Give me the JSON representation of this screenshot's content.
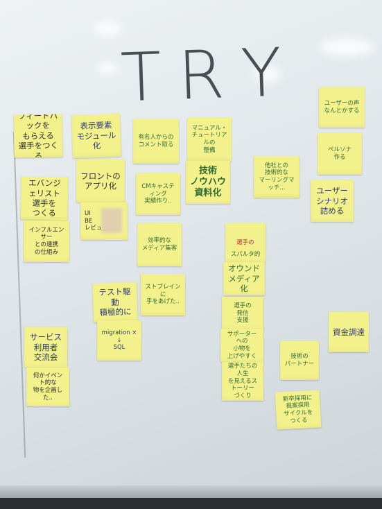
{
  "heading": {
    "letters": [
      "T",
      "R",
      "Y"
    ]
  },
  "notes": {
    "feedback": "フィードバックを\nもらえる\n選手をつくる",
    "evangelist": "エバンジェリスト\n選手を\nつくる",
    "influencer": "インフルエンサー\nとの連携\nの仕組み",
    "service_users": "サービス\n利用者\n交流会",
    "event": "何かイベント的な\n物を企画した..",
    "modularize": "表示要素\nモジュール化",
    "front_app": "フロントの\nアプリ化",
    "uibe": "UI\nBE\nレビュー",
    "test": "テスト駆動\n積極的に",
    "migration": "migration ×\n↓\nSQL",
    "celeb": "有名人からの\nコメント取る",
    "cm": "CMキャスティング\n実績作り..",
    "efficient_media": "効率的な\nメディア集客",
    "brainstorm": "ストブレインに\n手をあげた..",
    "manual": "マニュアル・\nチュートリアルの\n整備",
    "knowhow": "技術\nノウハウ\n資料化",
    "tech_meetup": "他社との\n技術的な\nマーリングマッチ...",
    "user_scenario": "ユーザー\nシナリオ\n詰める",
    "user_voice": "ユーザーの声\nなんとかする",
    "persona": "ペルソナ\n作る",
    "athlete_red": "選手の",
    "athlete": "スパルタ的",
    "own_media": "オウンド\nメディア化",
    "athlete_info": "選手の\n発信\n支援",
    "supporter": "サポーターへの\n小物を\n上げやすく",
    "story": "選手たちの人生\nを見えるストーリー\nづくり",
    "funding": "資金調達",
    "tech_partner": "技術の\nパートナー",
    "recruit": "新卒採用に\n提案採用\nサイクルを\nつくる"
  },
  "colors": {
    "note": "#f3f18c",
    "ink_dark": "#2c2c2c",
    "ink_green": "#2f6b35",
    "ink_blue": "#2a3a78",
    "ink_red": "#c0282d"
  }
}
